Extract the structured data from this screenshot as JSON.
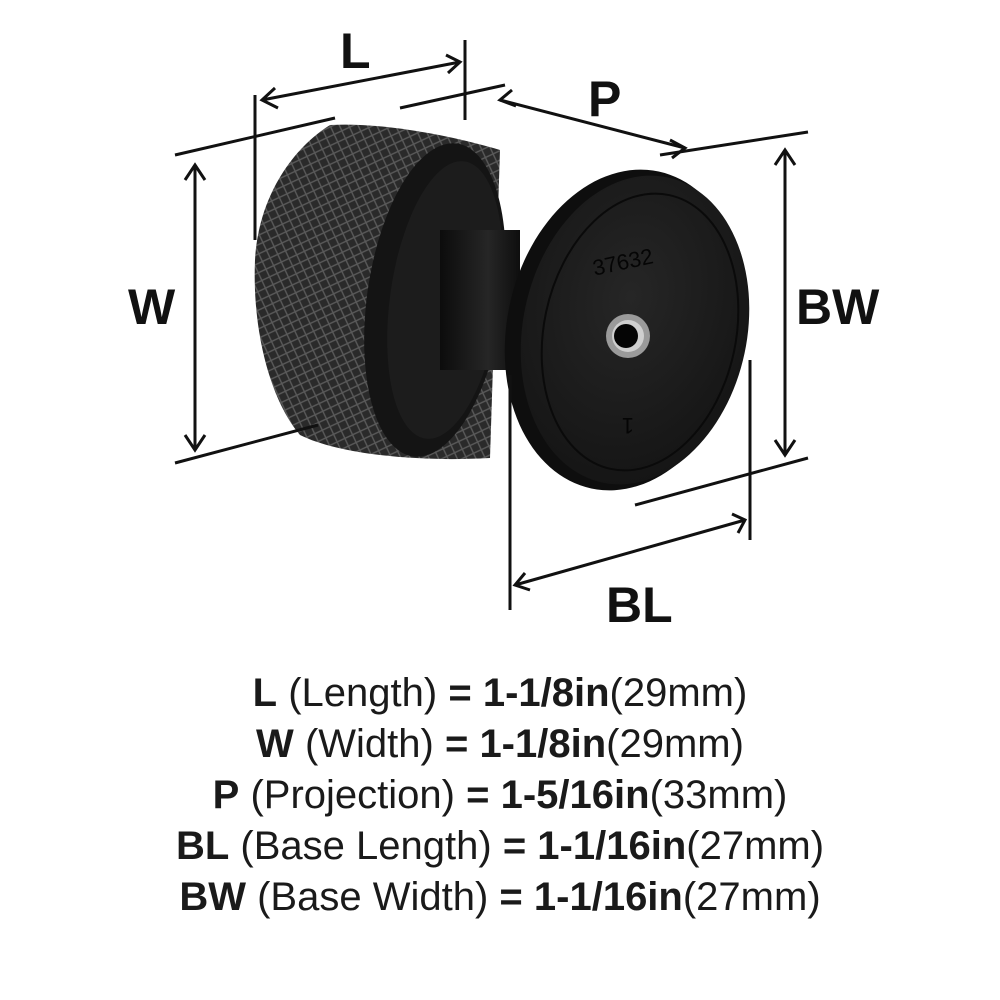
{
  "diagram": {
    "labels": {
      "L": "L",
      "P": "P",
      "W": "W",
      "BW": "BW",
      "BL": "BL"
    },
    "part_number": "37632",
    "base_mark": "1",
    "colors": {
      "background": "#ffffff",
      "lines": "#111111",
      "knob_body": "#1e1e1e",
      "knob_shadow": "#0a0a0a",
      "hub": "#b8b8b8"
    }
  },
  "specs": [
    {
      "abbr": "L",
      "name": "(Length)",
      "equals": "=",
      "imperial": "1-1/8in",
      "metric": "(29mm)"
    },
    {
      "abbr": "W",
      "name": "(Width)",
      "equals": "=",
      "imperial": "1-1/8in",
      "metric": "(29mm)"
    },
    {
      "abbr": "P",
      "name": "(Projection)",
      "equals": "=",
      "imperial": "1-5/16in",
      "metric": "(33mm)"
    },
    {
      "abbr": "BL",
      "name": "(Base Length)",
      "equals": "=",
      "imperial": "1-1/16in",
      "metric": "(27mm)"
    },
    {
      "abbr": "BW",
      "name": "(Base Width)",
      "equals": "=",
      "imperial": "1-1/16in",
      "metric": "(27mm)"
    }
  ]
}
